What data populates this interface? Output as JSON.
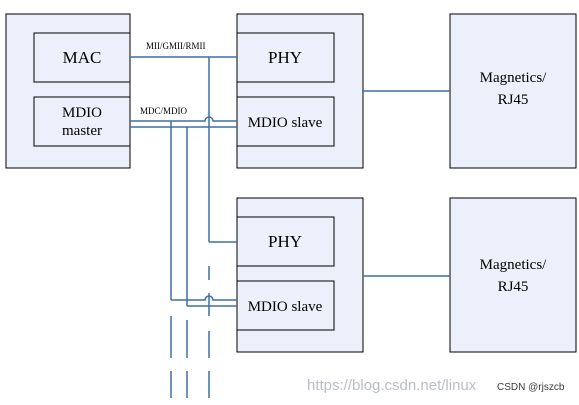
{
  "left_block": {
    "mac_label": "MAC",
    "mdio_label_line1": "MDIO",
    "mdio_label_line2": "master"
  },
  "bus_labels": {
    "data_bus": "MII/GMII/RMII",
    "mgmt_bus": "MDC/MDIO"
  },
  "phy_units": [
    {
      "phy_label": "PHY",
      "mdio_label": "MDIO slave",
      "magnetics_line1": "Magnetics/",
      "magnetics_line2": "RJ45"
    },
    {
      "phy_label": "PHY",
      "mdio_label": "MDIO slave",
      "magnetics_line1": "Magnetics/",
      "magnetics_line2": "RJ45"
    }
  ],
  "watermark": {
    "url": "https://blog.csdn.net/linux",
    "author": "CSDN @rjszcb"
  },
  "colors": {
    "wire": "#3d6fa6",
    "box_fill": "#ebf0fa",
    "outline": "#000000"
  }
}
